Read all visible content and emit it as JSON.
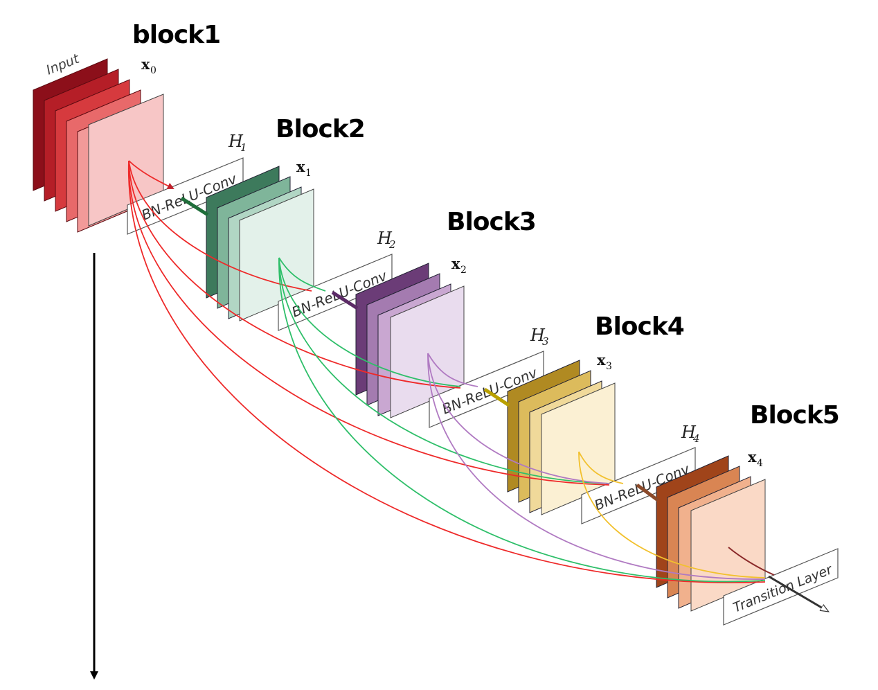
{
  "blocks": [
    {
      "title": "block1",
      "x_label": "x",
      "x_sub": "0",
      "colors": [
        "#8c0f1a",
        "#b51e27",
        "#d63a3e",
        "#e8696a",
        "#f29a99",
        "#f7c6c6"
      ]
    },
    {
      "title": "Block2",
      "x_label": "x",
      "x_sub": "1",
      "h_label": "H",
      "h_sub": "1",
      "op_label": "BN-ReLU-Conv",
      "colors": [
        "#3d7a5c",
        "#7fb59a",
        "#b1d6c4",
        "#e3f1ea"
      ]
    },
    {
      "title": "Block3",
      "x_label": "x",
      "x_sub": "2",
      "h_label": "H",
      "h_sub": "2",
      "op_label": "BN-ReLU-Conv",
      "colors": [
        "#6b3c77",
        "#a47bb0",
        "#c9a7d1",
        "#e9dcee"
      ]
    },
    {
      "title": "Block4",
      "x_label": "x",
      "x_sub": "3",
      "h_label": "H",
      "h_sub": "3",
      "op_label": "BN-ReLU-Conv",
      "colors": [
        "#b08a22",
        "#dcbb5c",
        "#f0d99a",
        "#fbf0d3"
      ]
    },
    {
      "title": "Block5",
      "x_label": "x",
      "x_sub": "4",
      "h_label": "H",
      "h_sub": "4",
      "op_label": "BN-ReLU-Conv",
      "colors": [
        "#a0441a",
        "#d98553",
        "#f1b18d",
        "#fad9c6"
      ]
    }
  ],
  "input_label": "Input",
  "transition_label": "Transition Layer",
  "connection_colors": {
    "red": "#ee2a2a",
    "green": "#2fbf6a",
    "purple": "#b07ac2",
    "gold": "#f2c12e"
  }
}
